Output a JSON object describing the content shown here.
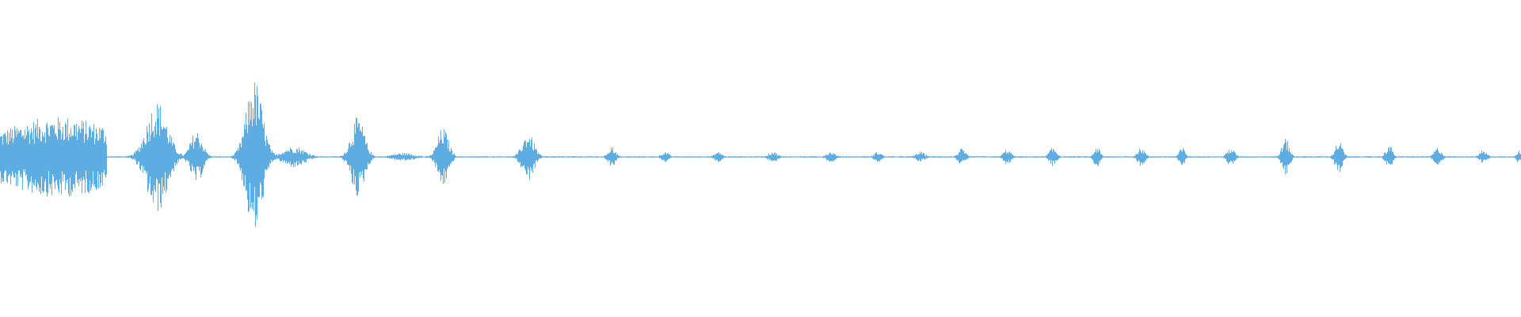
{
  "waveform": {
    "color": "#5dade2",
    "background": "#ffffff",
    "duration_fraction_visible": 1.0,
    "segments": [
      {
        "center": 0.035,
        "width": 0.07,
        "amp": 0.3,
        "kind": "dense"
      },
      {
        "center": 0.103,
        "width": 0.028,
        "amp": 0.42,
        "kind": "burst"
      },
      {
        "center": 0.129,
        "width": 0.016,
        "amp": 0.2,
        "kind": "burst"
      },
      {
        "center": 0.167,
        "width": 0.022,
        "amp": 0.58,
        "kind": "burst"
      },
      {
        "center": 0.193,
        "width": 0.03,
        "amp": 0.08,
        "kind": "tail"
      },
      {
        "center": 0.235,
        "width": 0.018,
        "amp": 0.3,
        "kind": "burst"
      },
      {
        "center": 0.265,
        "width": 0.03,
        "amp": 0.03,
        "kind": "tail"
      },
      {
        "center": 0.291,
        "width": 0.015,
        "amp": 0.22,
        "kind": "burst"
      },
      {
        "center": 0.347,
        "width": 0.016,
        "amp": 0.18,
        "kind": "burst"
      },
      {
        "center": 0.402,
        "width": 0.01,
        "amp": 0.08,
        "kind": "small"
      },
      {
        "center": 0.437,
        "width": 0.01,
        "amp": 0.04,
        "kind": "small"
      },
      {
        "center": 0.472,
        "width": 0.01,
        "amp": 0.04,
        "kind": "small"
      },
      {
        "center": 0.508,
        "width": 0.012,
        "amp": 0.04,
        "kind": "small"
      },
      {
        "center": 0.546,
        "width": 0.012,
        "amp": 0.04,
        "kind": "small"
      },
      {
        "center": 0.577,
        "width": 0.01,
        "amp": 0.04,
        "kind": "small"
      },
      {
        "center": 0.605,
        "width": 0.012,
        "amp": 0.04,
        "kind": "small"
      },
      {
        "center": 0.632,
        "width": 0.01,
        "amp": 0.06,
        "kind": "small"
      },
      {
        "center": 0.662,
        "width": 0.01,
        "amp": 0.06,
        "kind": "small"
      },
      {
        "center": 0.692,
        "width": 0.01,
        "amp": 0.07,
        "kind": "small"
      },
      {
        "center": 0.721,
        "width": 0.008,
        "amp": 0.08,
        "kind": "small"
      },
      {
        "center": 0.75,
        "width": 0.01,
        "amp": 0.07,
        "kind": "small"
      },
      {
        "center": 0.777,
        "width": 0.008,
        "amp": 0.07,
        "kind": "small"
      },
      {
        "center": 0.809,
        "width": 0.01,
        "amp": 0.07,
        "kind": "small"
      },
      {
        "center": 0.845,
        "width": 0.01,
        "amp": 0.14,
        "kind": "small"
      },
      {
        "center": 0.88,
        "width": 0.01,
        "amp": 0.12,
        "kind": "small"
      },
      {
        "center": 0.913,
        "width": 0.009,
        "amp": 0.09,
        "kind": "small"
      },
      {
        "center": 0.945,
        "width": 0.01,
        "amp": 0.07,
        "kind": "small"
      },
      {
        "center": 0.975,
        "width": 0.01,
        "amp": 0.05,
        "kind": "small"
      },
      {
        "center": 0.998,
        "width": 0.006,
        "amp": 0.05,
        "kind": "small"
      }
    ]
  }
}
